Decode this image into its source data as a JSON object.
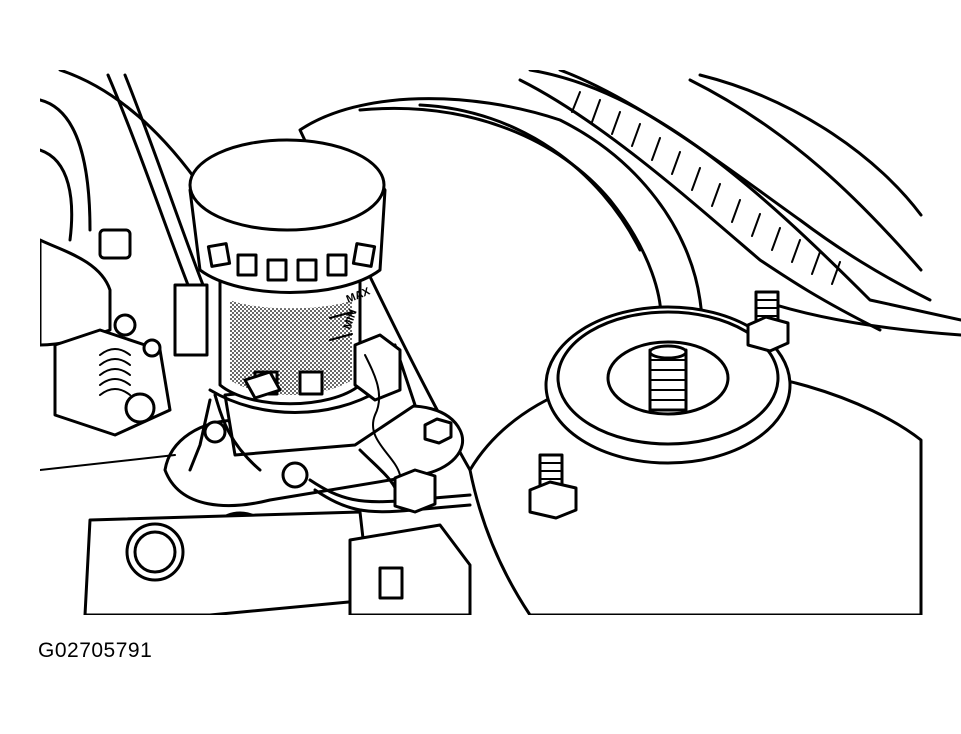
{
  "figure": {
    "id": "G02705791"
  },
  "reservoir": {
    "max_label": "MAX",
    "min_label": "MIN"
  },
  "colors": {
    "line": "#000000",
    "background": "#ffffff",
    "shading": "#000000"
  },
  "icons": [
    "reservoir-cap",
    "brake-booster",
    "strut-mount",
    "stud-bolt",
    "hex-nut",
    "brake-line"
  ]
}
